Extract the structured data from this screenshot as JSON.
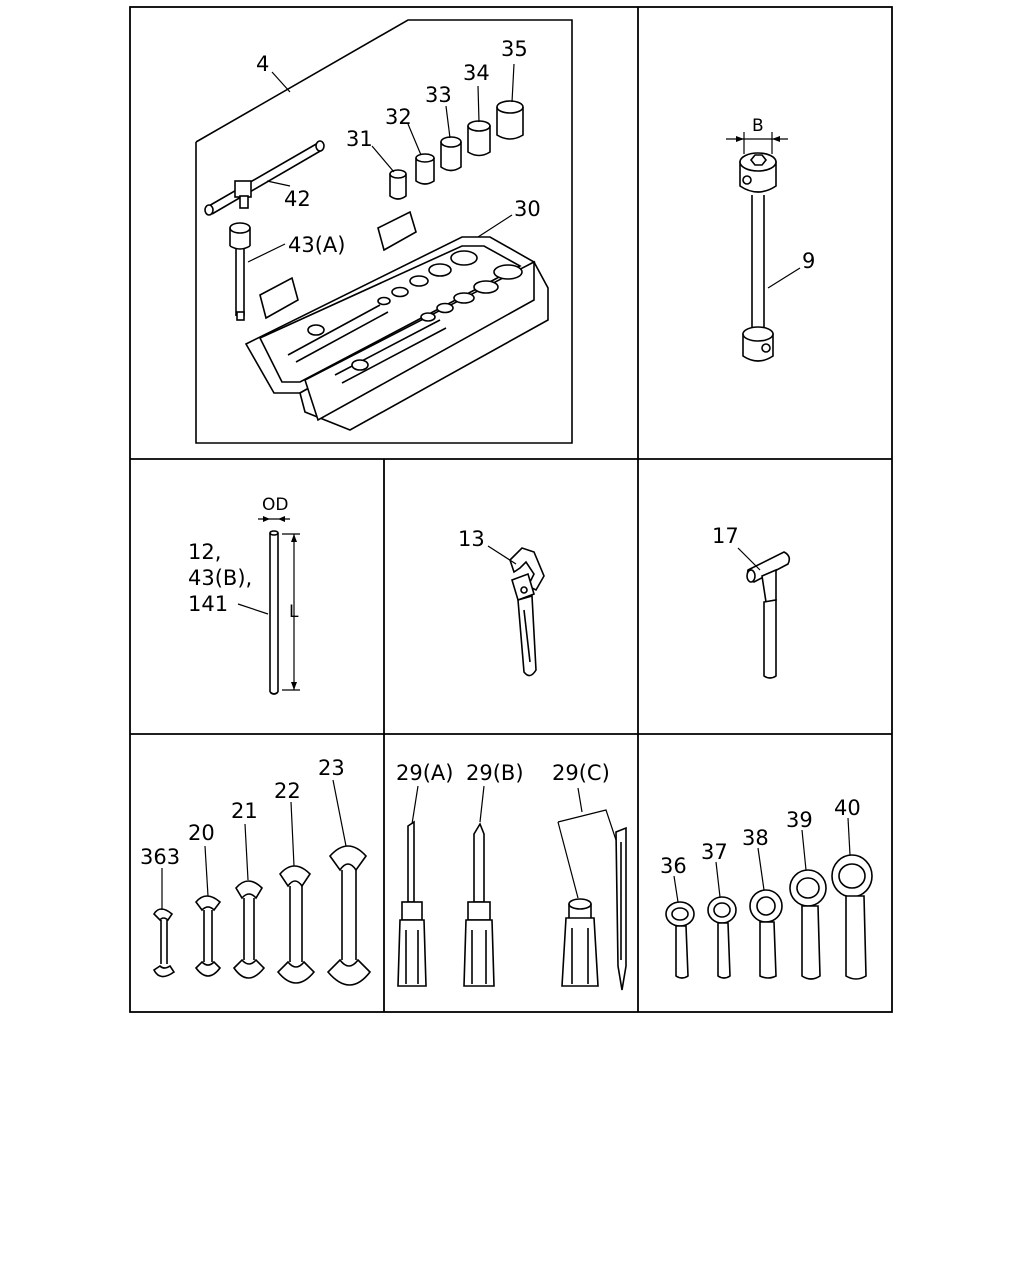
{
  "panels": [
    {
      "id": "toolkit",
      "labels": [
        "4",
        "42",
        "43(A)",
        "31",
        "32",
        "33",
        "34",
        "35",
        "30"
      ]
    },
    {
      "id": "box-wrench",
      "labels": [
        "9",
        "B"
      ]
    },
    {
      "id": "bar",
      "labels": [
        "12,",
        "43(B),",
        "141",
        "OD",
        "L"
      ]
    },
    {
      "id": "adjustable-wrench",
      "labels": [
        "13"
      ]
    },
    {
      "id": "hammer",
      "labels": [
        "17"
      ]
    },
    {
      "id": "open-wrenches",
      "labels": [
        "363",
        "20",
        "21",
        "22",
        "23"
      ]
    },
    {
      "id": "screwdrivers",
      "labels": [
        "29(A)",
        "29(B)",
        "29(C)"
      ]
    },
    {
      "id": "ring-wrenches",
      "labels": [
        "36",
        "37",
        "38",
        "39",
        "40"
      ]
    }
  ]
}
